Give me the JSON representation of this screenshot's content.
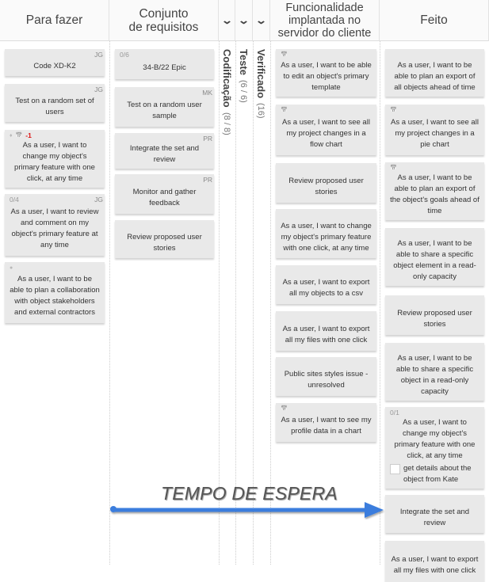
{
  "columns": [
    {
      "title": "Para fazer"
    },
    {
      "title": "Conjunto\nde requisitos"
    },
    {
      "title": "Codificação",
      "count": "(8 / 8)",
      "collapsed": true
    },
    {
      "title": "Teste",
      "count": "(6 / 6)",
      "collapsed": true
    },
    {
      "title": "Verificado",
      "count": "(16)",
      "collapsed": true
    },
    {
      "title": "Funcionalidade implantada no servidor do cliente"
    },
    {
      "title": "Feito"
    }
  ],
  "cards": {
    "para_fazer": [
      {
        "text": "Code XD-K2",
        "initials": "JG"
      },
      {
        "text": "Test on a random set of users",
        "initials": "JG"
      },
      {
        "text": "As a user, I want to change my object's primary feature with one click, at any time",
        "icons": [
          "tag-icon",
          "calendar-icon"
        ],
        "badge": "-1"
      },
      {
        "text": "As a user, I want to review and comment on my object's primary feature at any time",
        "progress": "0/4",
        "initials": "JG"
      },
      {
        "text": "As a user, I want to be able to plan a collaboration with object stakeholders and external contractors",
        "icons": [
          "comment-icon"
        ]
      }
    ],
    "conjunto": [
      {
        "text": "34-B/22 Epic",
        "progress": "0/6"
      },
      {
        "text": "Test on a random user sample",
        "initials": "MK"
      },
      {
        "text": "Integrate the set and review",
        "initials": "PR"
      },
      {
        "text": "Monitor and gather feedback",
        "initials": "PR"
      },
      {
        "text": "Review proposed user stories"
      }
    ],
    "funcionalidade": [
      {
        "text": "As a user, I want to be able to edit an object's primary template",
        "icons": [
          "calendar-icon"
        ]
      },
      {
        "text": "As a user, I want to see all my project changes in a flow chart",
        "icons": [
          "calendar-icon"
        ]
      },
      {
        "text": "Review proposed user stories"
      },
      {
        "text": "As a user, I want to change my object's primary feature with one click, at any time"
      },
      {
        "text": "As a user, I want to export all my objects to a csv"
      },
      {
        "text": "As a user, I want to export all my files with one click"
      },
      {
        "text": "Public sites styles issue - unresolved"
      },
      {
        "text": "As a user, I want to see my profile data in a chart",
        "icons": [
          "calendar-icon"
        ]
      }
    ],
    "feito": [
      {
        "text": "As a user, I want to be able to plan an export of all objects ahead of time"
      },
      {
        "text": "As a user, I want to see all my project changes in a pie chart",
        "icons": [
          "calendar-icon"
        ]
      },
      {
        "text": "As a user, I want to be able to plan an export of the object's goals ahead of time",
        "icons": [
          "calendar-icon"
        ]
      },
      {
        "text": "As a user, I want to be able to share a specific object element in a read-only capacity"
      },
      {
        "text": "Review proposed user stories"
      },
      {
        "text": "As a user, I want to be able to share a specific object in a read-only capacity"
      },
      {
        "text": "As a user, I want to change my object's primary feature with one click, at any time",
        "progress": "0/1",
        "checklist": [
          {
            "text": "get details about the object from Kate",
            "checked": false
          }
        ]
      },
      {
        "text": "Integrate the set and review"
      },
      {
        "text": "As a user, I want to export all my files with one click"
      }
    ]
  },
  "annotation": {
    "label": "TEMPO DE ESPERA",
    "color": "#3b7ddd"
  }
}
